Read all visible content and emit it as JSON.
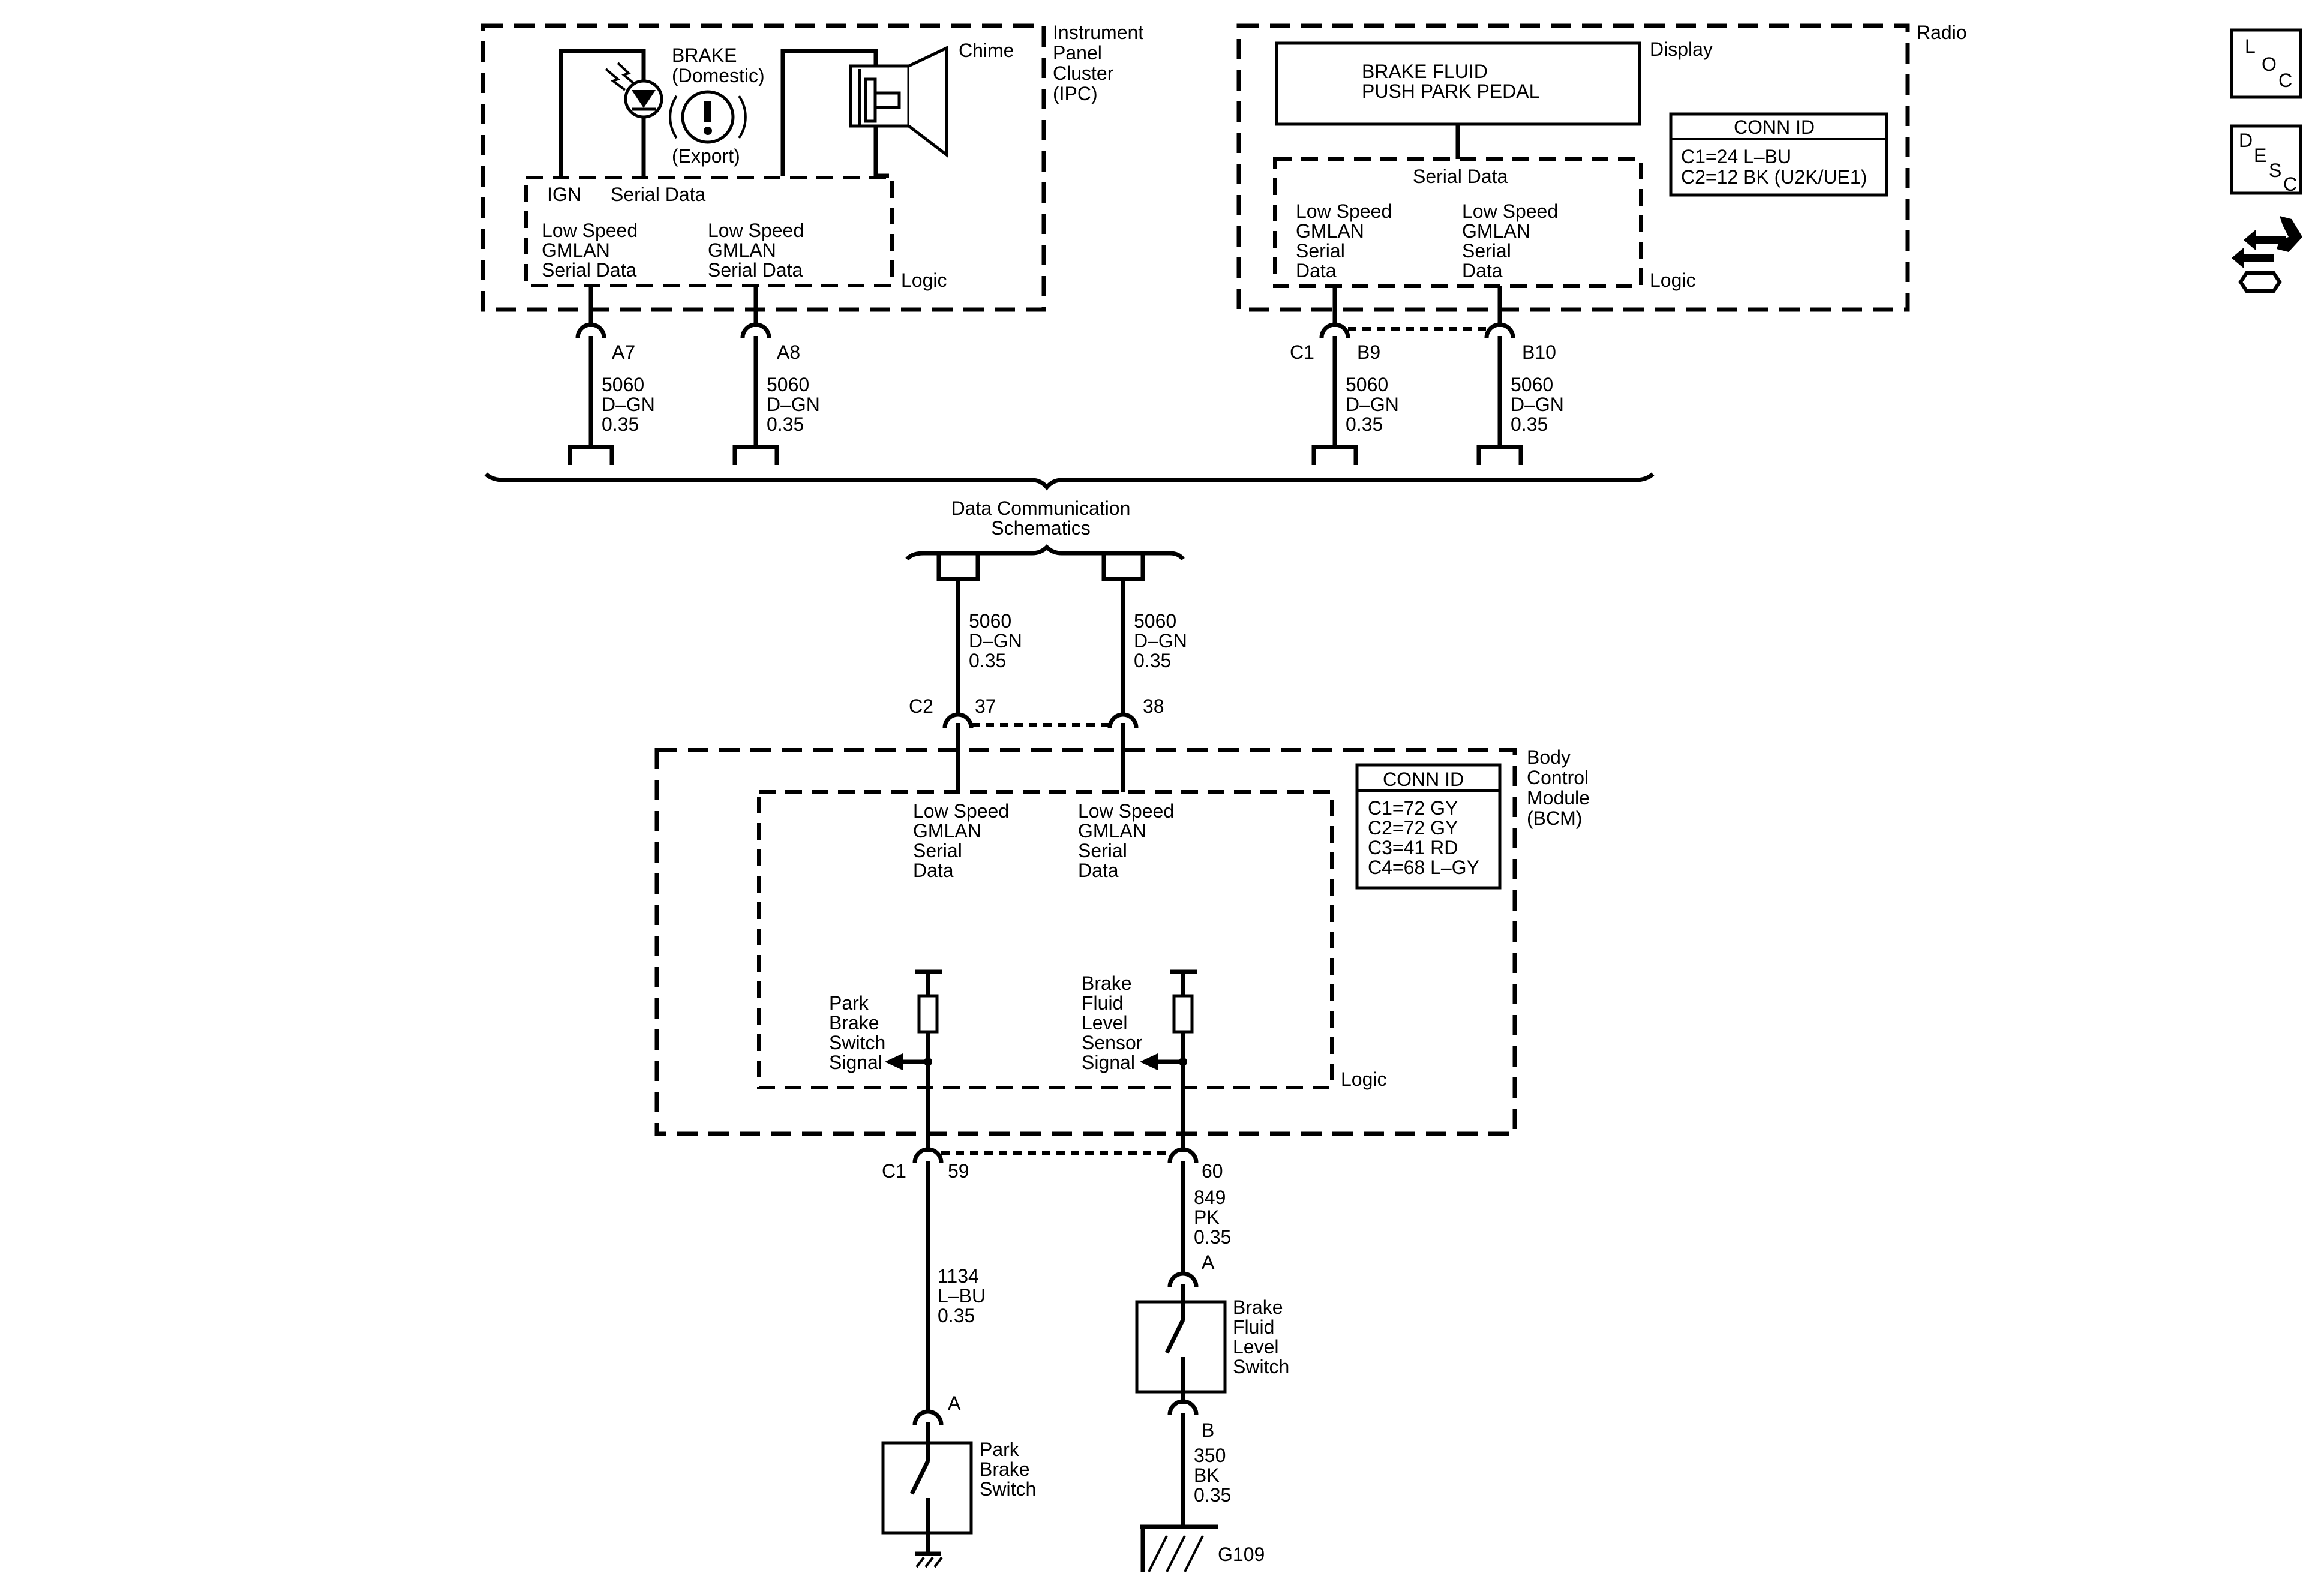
{
  "ipc": {
    "name": [
      "Instrument",
      "Panel",
      "Cluster",
      "(IPC)"
    ],
    "brake_title": "BRAKE",
    "brake_domestic": "(Domestic)",
    "brake_export": "(Export)",
    "chime": "Chime",
    "ign": "IGN",
    "serial_data": "Serial Data",
    "logic": "Logic",
    "gmlan1": [
      "Low Speed",
      "GMLAN",
      "Serial Data"
    ],
    "gmlan2": [
      "Low Speed",
      "GMLAN",
      "Serial Data"
    ],
    "pin_a7": "A7",
    "pin_a8": "A8"
  },
  "radio": {
    "name": "Radio",
    "display": "Display",
    "message": [
      "BRAKE FLUID",
      "PUSH PARK PEDAL"
    ],
    "serial_data": "Serial Data",
    "gmlan1": [
      "Low Speed",
      "GMLAN",
      "Serial",
      "Data"
    ],
    "gmlan2": [
      "Low Speed",
      "GMLAN",
      "Serial",
      "Data"
    ],
    "logic": "Logic",
    "conn_title": "CONN ID",
    "conn": [
      "C1=24 L–BU",
      "C2=12 BK (U2K/UE1)"
    ],
    "connector": "C1",
    "pin_b9": "B9",
    "pin_b10": "B10"
  },
  "wire_5060": [
    "5060",
    "D–GN",
    "0.35"
  ],
  "data_comm": [
    "Data Communication",
    "Schematics"
  ],
  "bcm": {
    "name": [
      "Body",
      "Control",
      "Module",
      "(BCM)"
    ],
    "conn_title": "CONN ID",
    "conn": [
      "C1=72 GY",
      "C2=72 GY",
      "C3=41 RD",
      "C4=68 L–GY"
    ],
    "connector_c2": "C2",
    "pin_37": "37",
    "pin_38": "38",
    "gmlan1": [
      "Low Speed",
      "GMLAN",
      "Serial",
      "Data"
    ],
    "gmlan2": [
      "Low Speed",
      "GMLAN",
      "Serial",
      "Data"
    ],
    "park_signal": [
      "Park",
      "Brake",
      "Switch",
      "Signal"
    ],
    "fluid_signal": [
      "Brake",
      "Fluid",
      "Level",
      "Sensor",
      "Signal"
    ],
    "logic": "Logic",
    "connector_c1": "C1",
    "pin_59": "59",
    "pin_60": "60"
  },
  "wire_1134": [
    "1134",
    "L–BU",
    "0.35"
  ],
  "wire_849": [
    "849",
    "PK",
    "0.35"
  ],
  "wire_350": [
    "350",
    "BK",
    "0.35"
  ],
  "park_switch": {
    "pin": "A",
    "label": [
      "Park",
      "Brake",
      "Switch"
    ]
  },
  "fluid_switch": {
    "pin_a": "A",
    "pin_b": "B",
    "label": [
      "Brake",
      "Fluid",
      "Level",
      "Switch"
    ]
  },
  "ground": "G109",
  "side_icons": {
    "loc": [
      "L",
      "O",
      "C"
    ],
    "desc": [
      "D",
      "E",
      "S",
      "C"
    ],
    "icons": [
      "loc-icon",
      "desc-icon",
      "repair-icon"
    ]
  }
}
